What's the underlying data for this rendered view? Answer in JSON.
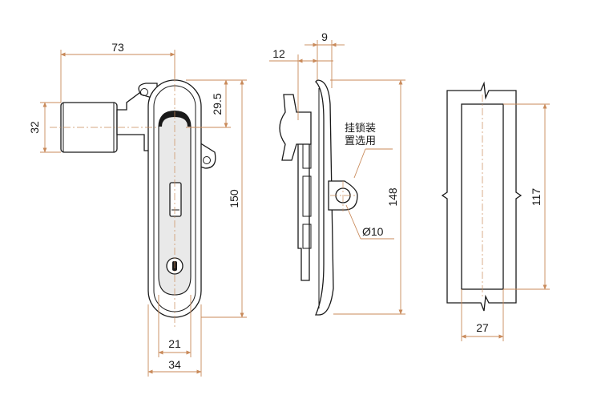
{
  "dimensions": {
    "handle_reach": "73",
    "knob_diameter": "32",
    "lug_offset": "29.5",
    "front_height": "150",
    "keyhole_width": "21",
    "body_width": "34",
    "side_depth_small": "9",
    "side_depth_large": "12",
    "side_height": "148",
    "hole_diameter": "Ø10",
    "cutout_height": "117",
    "cutout_width": "27"
  },
  "notes": {
    "padlock_line1": "挂锁装",
    "padlock_line2": "置选用"
  },
  "colors": {
    "dimension": "#c98a5a",
    "outline": "#1a1a1a"
  }
}
